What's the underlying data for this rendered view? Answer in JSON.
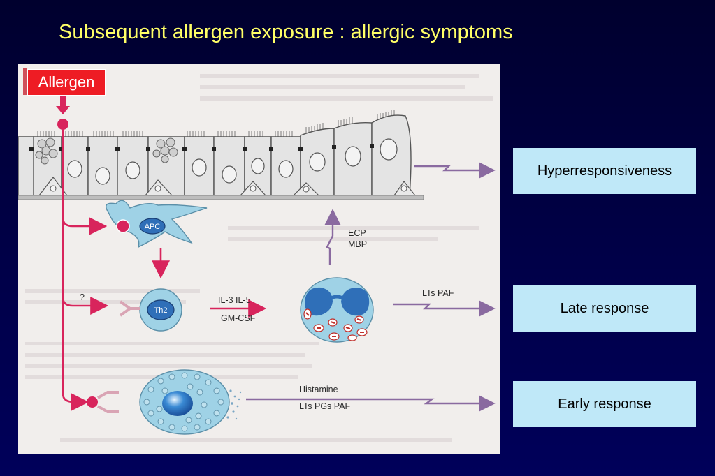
{
  "title": "Subsequent allergen exposure : allergic symptoms",
  "allergen_label": "Allergen",
  "diagram": {
    "apc_label": "APC",
    "th2_label": "Th2",
    "unknown_label": "?",
    "cytokines_line1": "IL-3  IL-5",
    "cytokines_line2": "GM-CSF",
    "ecp_label": "ECP",
    "mbp_label": "MBP",
    "late_mediators": "LTs  PAF",
    "histamine_label": "Histamine",
    "early_mediators": "LTs  PGs  PAF"
  },
  "responses": {
    "hyper": "Hyperresponsiveness",
    "late": "Late response",
    "early": "Early response"
  },
  "colors": {
    "title": "#ffff66",
    "allergen_tag": "#ee1c24",
    "response_box": "#bfe8f8",
    "pathway_line": "#d8245c",
    "mediator_arrow": "#8a6aa0",
    "cell_fill": "#9fd2e6"
  }
}
